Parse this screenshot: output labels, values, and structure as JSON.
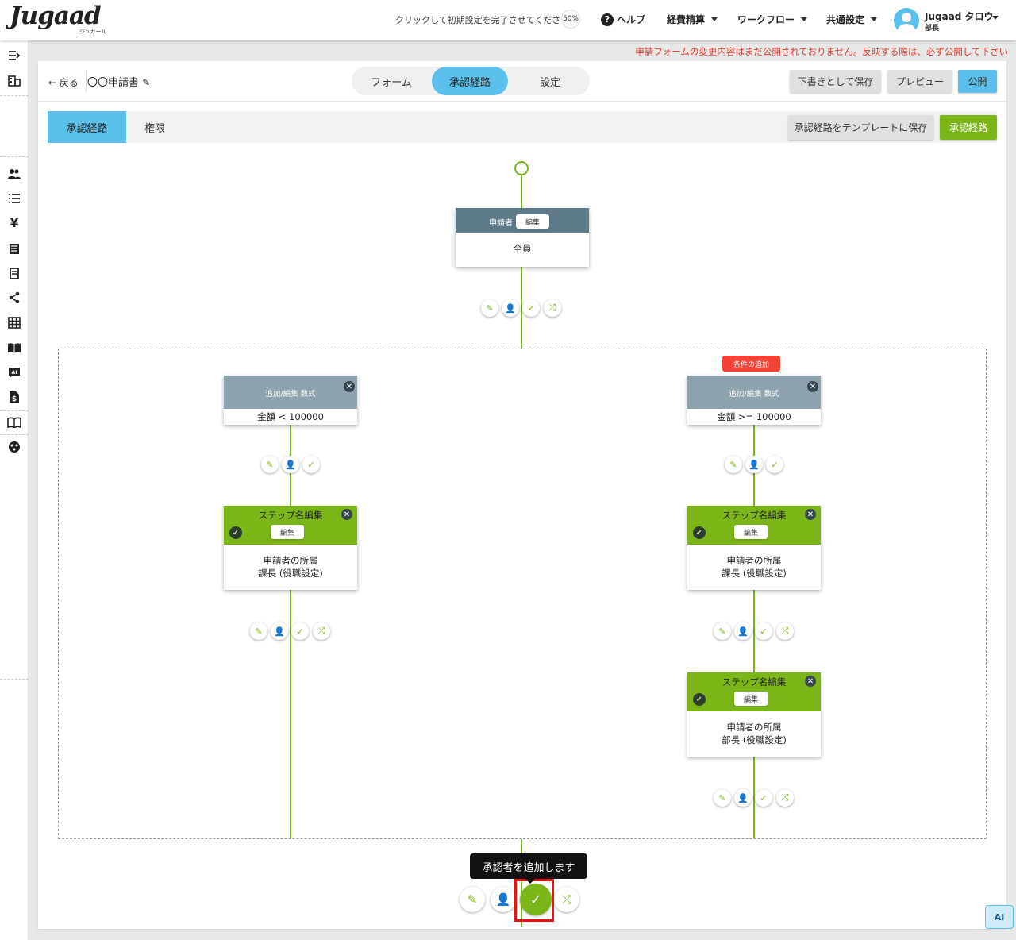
{
  "app": {
    "logo": "Jugaad",
    "logo_sub": "ジュガール"
  },
  "header": {
    "setup_text": "クリックして初期設定を完了させてください →",
    "setup_progress": "50%",
    "help": "ヘルプ",
    "menus": [
      "経費精算",
      "ワークフロー",
      "共通設定"
    ],
    "user_name": "Jugaad タロウ",
    "user_role": "部長"
  },
  "warning": "申請フォームの変更内容はまだ公開されておりません。反映する際は、必ず公開して下さい",
  "toolbar": {
    "back": "戻る",
    "form_name": "〇〇申請書",
    "tabs": [
      "フォーム",
      "承認経路",
      "設定"
    ],
    "active_tab": "承認経路",
    "save_draft": "下書きとして保存",
    "preview": "プレビュー",
    "publish": "公開"
  },
  "subtabs": {
    "route": "承認経路",
    "permission": "権限"
  },
  "subactions": {
    "save_template": "承認経路をテンプレートに保存",
    "route": "承認経路"
  },
  "flow": {
    "applicant": {
      "head": "申請者",
      "edit": "編集",
      "body": "全員"
    },
    "condition_add": "条件の追加",
    "conditions": [
      {
        "head": "追加/編集 数式",
        "body": "金額 < 100000"
      },
      {
        "head": "追加/編集 数式",
        "body": "金額 >= 100000"
      }
    ],
    "steps": [
      {
        "title": "ステップ名編集",
        "edit": "編集",
        "line1": "申請者の所属",
        "line2": "課長 (役職設定)"
      },
      {
        "title": "ステップ名編集",
        "edit": "編集",
        "line1": "申請者の所属",
        "line2": "課長 (役職設定)"
      },
      {
        "title": "ステップ名編集",
        "edit": "編集",
        "line1": "申請者の所属",
        "line2": "部長 (役職設定)"
      }
    ],
    "tooltip": "承認者を追加します"
  },
  "ai": "AI",
  "colors": {
    "accent_blue": "#5bc0eb",
    "accent_green": "#7cb518",
    "warning_red": "#e03c31",
    "node_slate": "#5e7a89"
  }
}
